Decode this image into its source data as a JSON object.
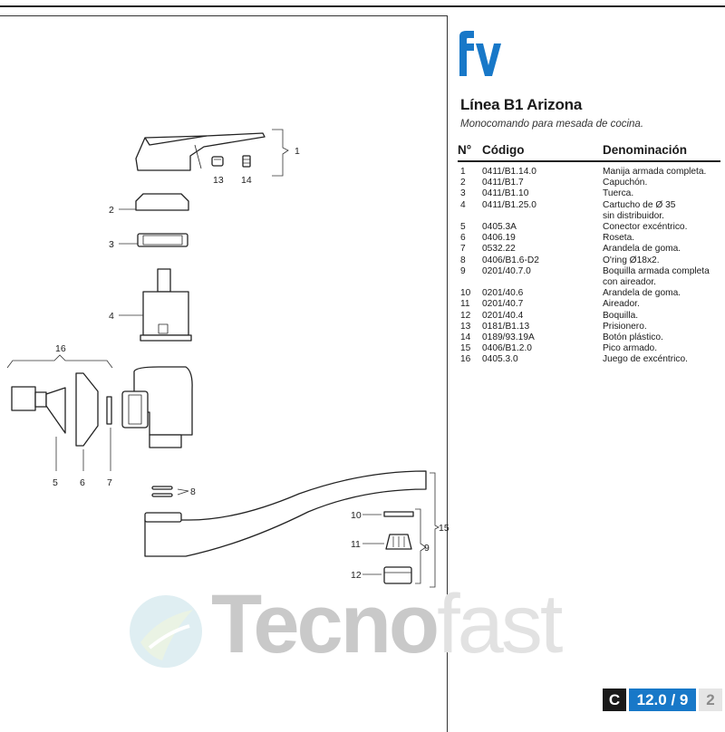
{
  "brand": {
    "logo_text": "fv",
    "accent_color": "#1878c8"
  },
  "header": {
    "title": "Línea B1 Arizona",
    "subtitle": "Monocomando para mesada de cocina."
  },
  "parts_table": {
    "columns": [
      "N°",
      "Código",
      "Denominación"
    ],
    "rows": [
      {
        "n": "1",
        "code": "0411/B1.14.0",
        "desc": "Manija armada completa."
      },
      {
        "n": "2",
        "code": "0411/B1.7",
        "desc": "Capuchón."
      },
      {
        "n": "3",
        "code": "0411/B1.10",
        "desc": "Tuerca."
      },
      {
        "n": "4",
        "code": "0411/B1.25.0",
        "desc": "Cartucho de Ø 35",
        "desc2": "sin distribuidor."
      },
      {
        "n": "5",
        "code": "0405.3A",
        "desc": "Conector excéntrico."
      },
      {
        "n": "6",
        "code": "0406.19",
        "desc": "Roseta."
      },
      {
        "n": "7",
        "code": "0532.22",
        "desc": "Arandela de goma."
      },
      {
        "n": "8",
        "code": "0406/B1.6-D2",
        "desc": "O'ring Ø18x2."
      },
      {
        "n": "9",
        "code": "0201/40.7.0",
        "desc": "Boquilla armada completa",
        "desc2": "con aireador."
      },
      {
        "n": "10",
        "code": "0201/40.6",
        "desc": "Arandela de goma."
      },
      {
        "n": "11",
        "code": "0201/40.7",
        "desc": "Aireador."
      },
      {
        "n": "12",
        "code": "0201/40.4",
        "desc": "Boquilla."
      },
      {
        "n": "13",
        "code": "0181/B1.13",
        "desc": "Prisionero."
      },
      {
        "n": "14",
        "code": "0189/93.19A",
        "desc": "Botón plástico."
      },
      {
        "n": "15",
        "code": "0406/B1.2.0",
        "desc": "Pico armado."
      },
      {
        "n": "16",
        "code": "0405.3.0",
        "desc": "Juego de excéntrico."
      }
    ]
  },
  "diagram": {
    "callouts": [
      "1",
      "2",
      "3",
      "4",
      "5",
      "6",
      "7",
      "8",
      "9",
      "10",
      "11",
      "12",
      "13",
      "14",
      "15",
      "16"
    ]
  },
  "watermark": {
    "part1": "Tecno",
    "part2": "fast"
  },
  "page_code": {
    "section": "C",
    "number": "12.0 / 9",
    "page": "2"
  }
}
